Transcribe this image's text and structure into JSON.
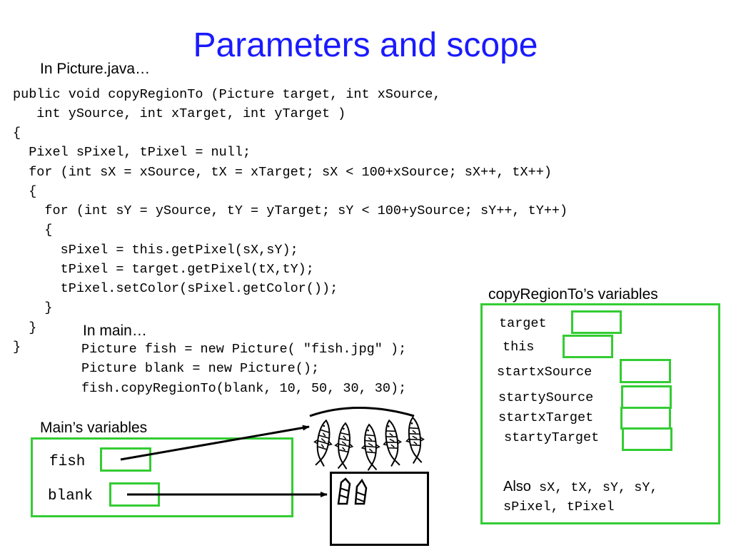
{
  "slide": {
    "title": "Parameters and scope",
    "picture_label": "In Picture.java…",
    "main_label": "In main…",
    "method_code": [
      "public void copyRegionTo (Picture target, int xSource,",
      "   int ySource, int xTarget, int yTarget )",
      "{",
      "  Pixel sPixel, tPixel = null;",
      "  for (int sX = xSource, tX = xTarget; sX < 100+xSource; sX++, tX++)",
      "  {",
      "    for (int sY = ySource, tY = yTarget; sY < 100+ySource; sY++, tY++)",
      "    {",
      "      sPixel = this.getPixel(sX,sY);",
      "      tPixel = target.getPixel(tX,tY);",
      "      tPixel.setColor(sPixel.getColor());",
      "    }",
      "  }",
      "}"
    ],
    "main_code": [
      "Picture fish = new Picture( \"fish.jpg\" );",
      "Picture blank = new Picture();",
      "fish.copyRegionTo(blank, 10, 50, 30, 30);"
    ],
    "main_vars": {
      "label": "Main’s variables",
      "fish": "fish",
      "blank": "blank"
    },
    "copy_vars": {
      "label": "copyRegionTo’s variables",
      "names": [
        "target",
        "this",
        "startxSource",
        "startySource",
        "startxTarget",
        "startyTarget"
      ],
      "also_prefix": "Also",
      "also_line1": " sX, tX, sY, sY,",
      "also_line2": "sPixel, tPixel"
    },
    "colors": {
      "title": "#1a1aff",
      "box_border": "#33cc33"
    }
  }
}
